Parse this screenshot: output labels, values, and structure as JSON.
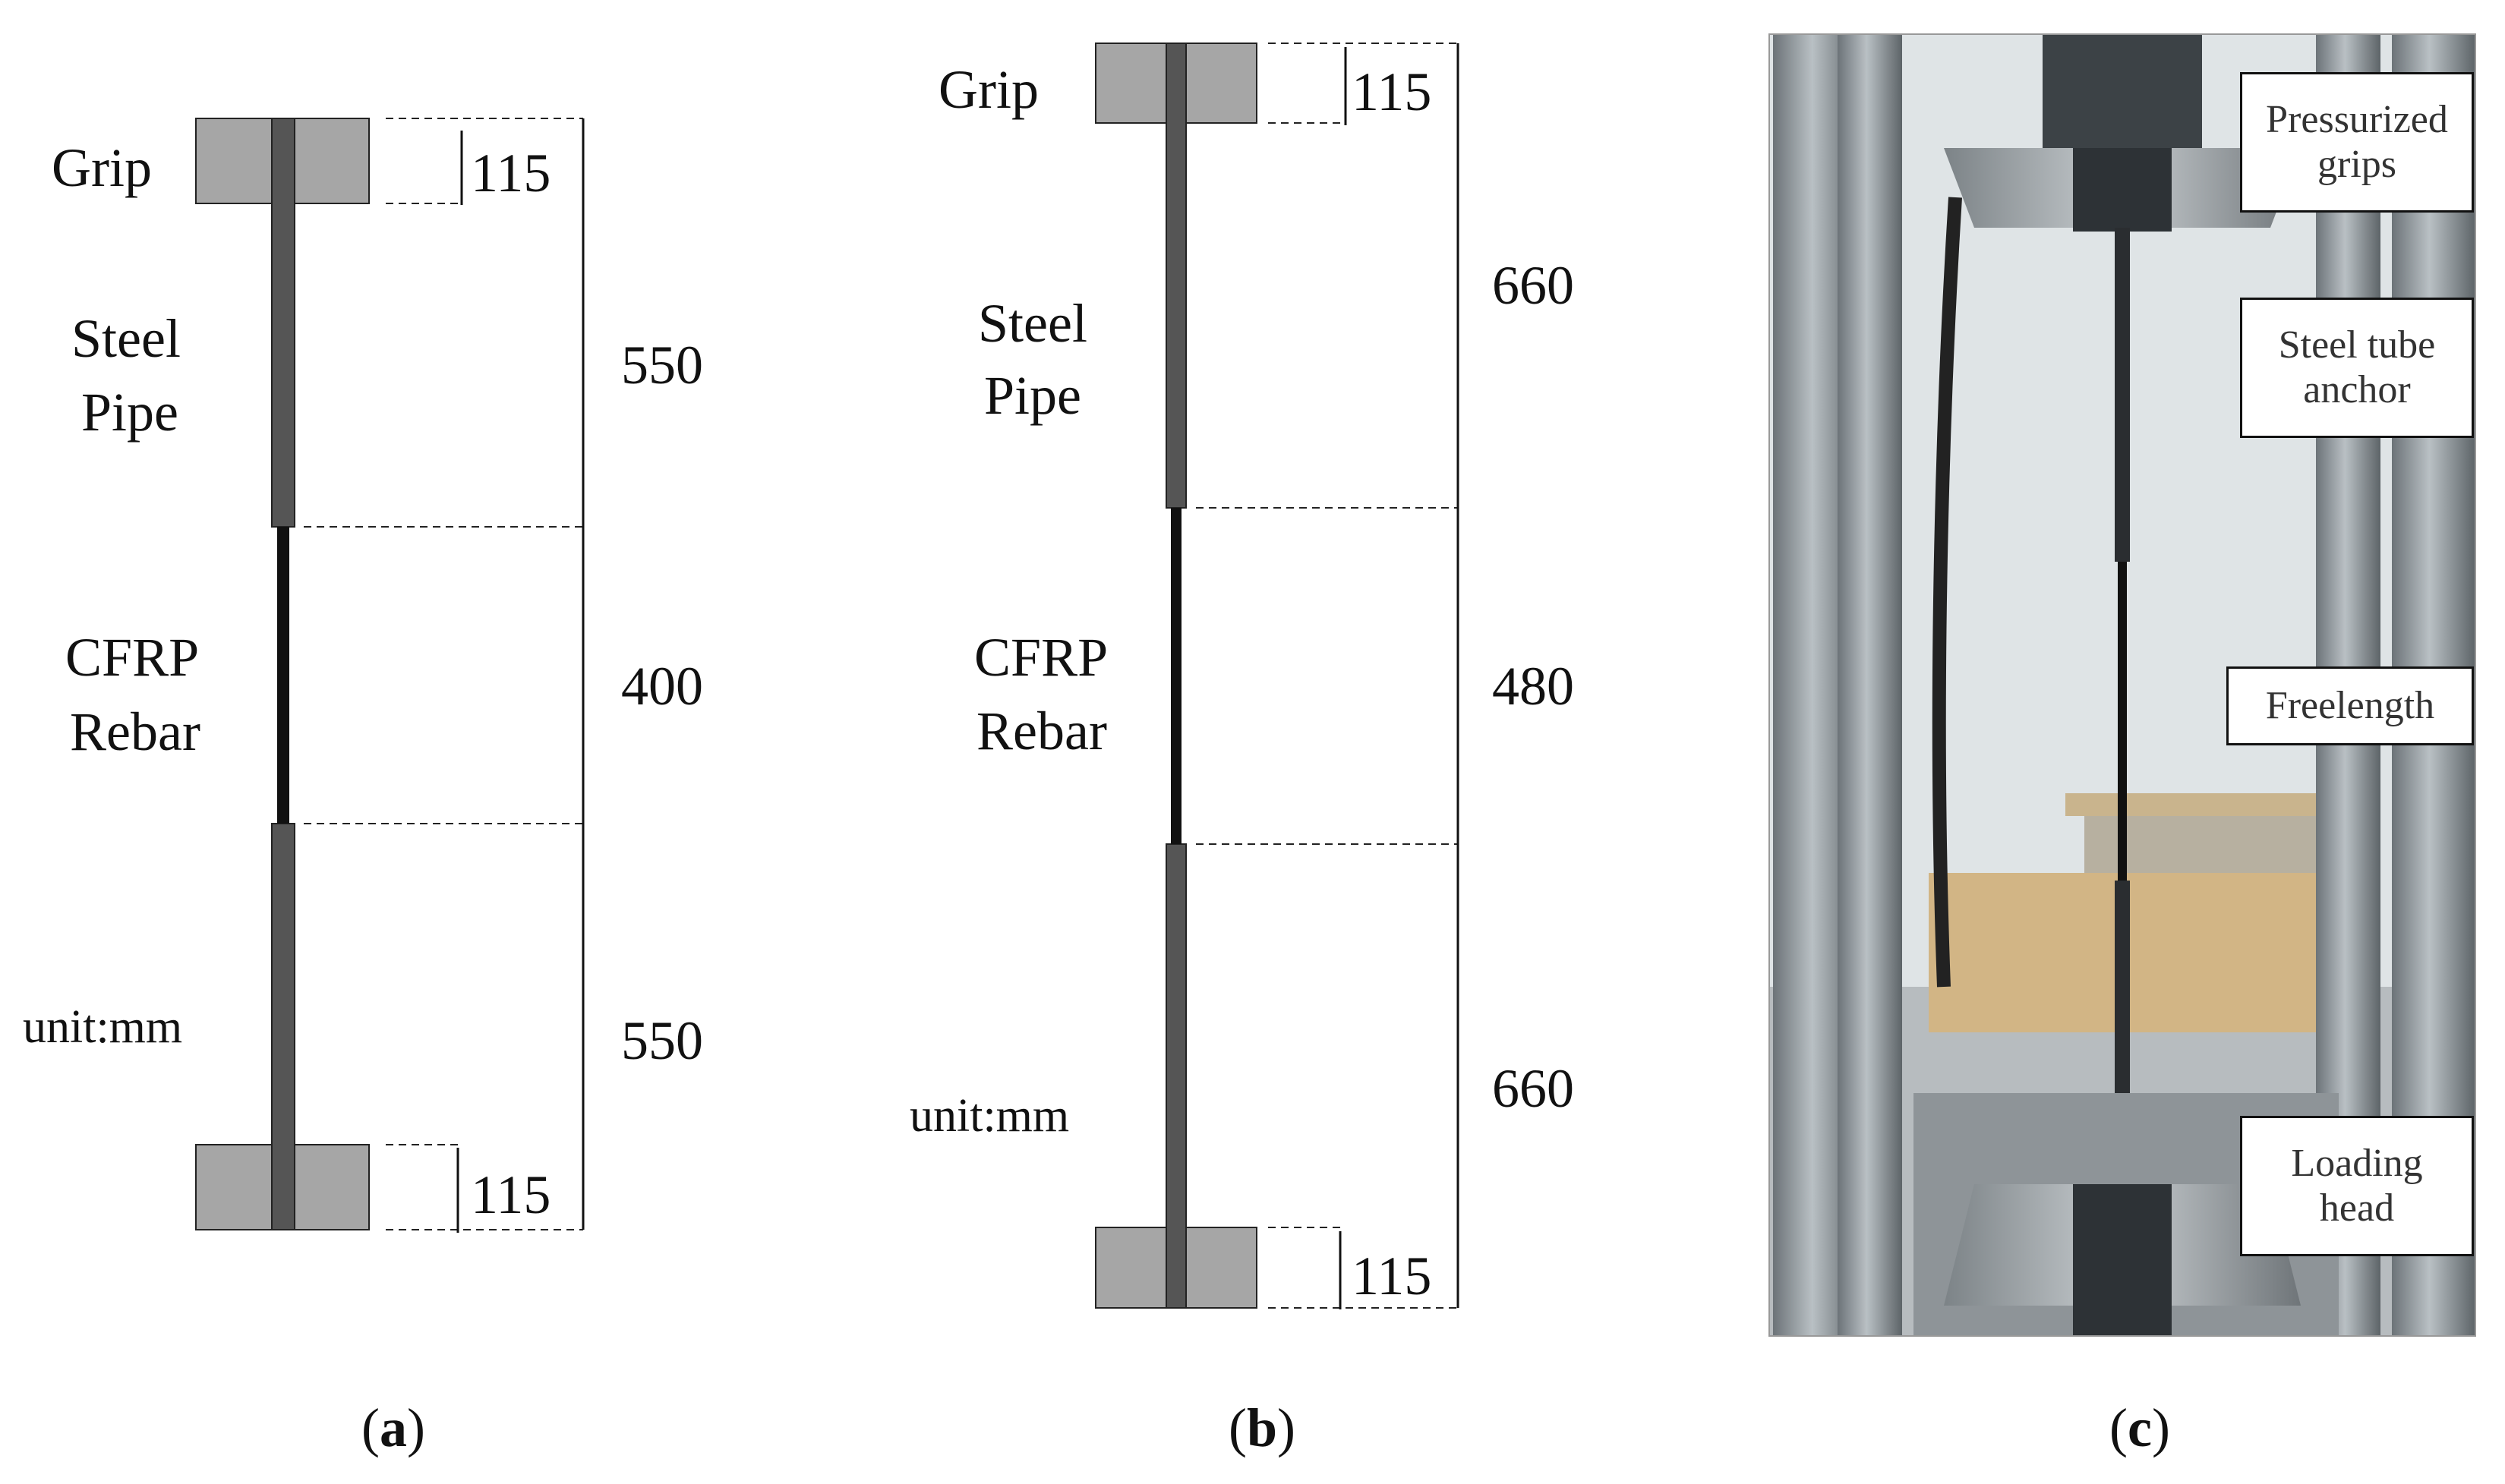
{
  "panel_a": {
    "grip_label": "Grip",
    "steel_label_line1": "Steel",
    "steel_label_line2": "Pipe",
    "cfrp_label_line1": "CFRP",
    "cfrp_label_line2": "Rebar",
    "unit_label": "unit:mm",
    "dim_top_grip": "115",
    "dim_steel_top": "550",
    "dim_cfrp": "400",
    "dim_steel_bottom": "550",
    "dim_bottom_grip": "115",
    "caption_open": "(",
    "caption_letter": "a",
    "caption_close": ")"
  },
  "panel_b": {
    "grip_label": "Grip",
    "steel_label_line1": "Steel",
    "steel_label_line2": "Pipe",
    "cfrp_label_line1": "CFRP",
    "cfrp_label_line2": "Rebar",
    "unit_label": "unit:mm",
    "dim_top_grip": "115",
    "dim_steel_top": "660",
    "dim_cfrp": "480",
    "dim_steel_bottom": "660",
    "dim_bottom_grip": "115",
    "caption_open": "(",
    "caption_letter": "b",
    "caption_close": ")"
  },
  "panel_c": {
    "callouts": {
      "pressurized_line1": "Pressurized",
      "pressurized_line2": "grips",
      "anchor_line1": "Steel tube",
      "anchor_line2": "anchor",
      "freelength": "Freelength",
      "loading_line1": "Loading",
      "loading_line2": "head"
    },
    "caption_open": "(",
    "caption_letter": "c",
    "caption_close": ")"
  },
  "colors": {
    "grip_fill": "#a6a6a6",
    "steel_pipe": "#555555",
    "cfrp_rebar": "#111111",
    "photo_wall": "#dfe4e6",
    "photo_column": "#8f969a"
  }
}
